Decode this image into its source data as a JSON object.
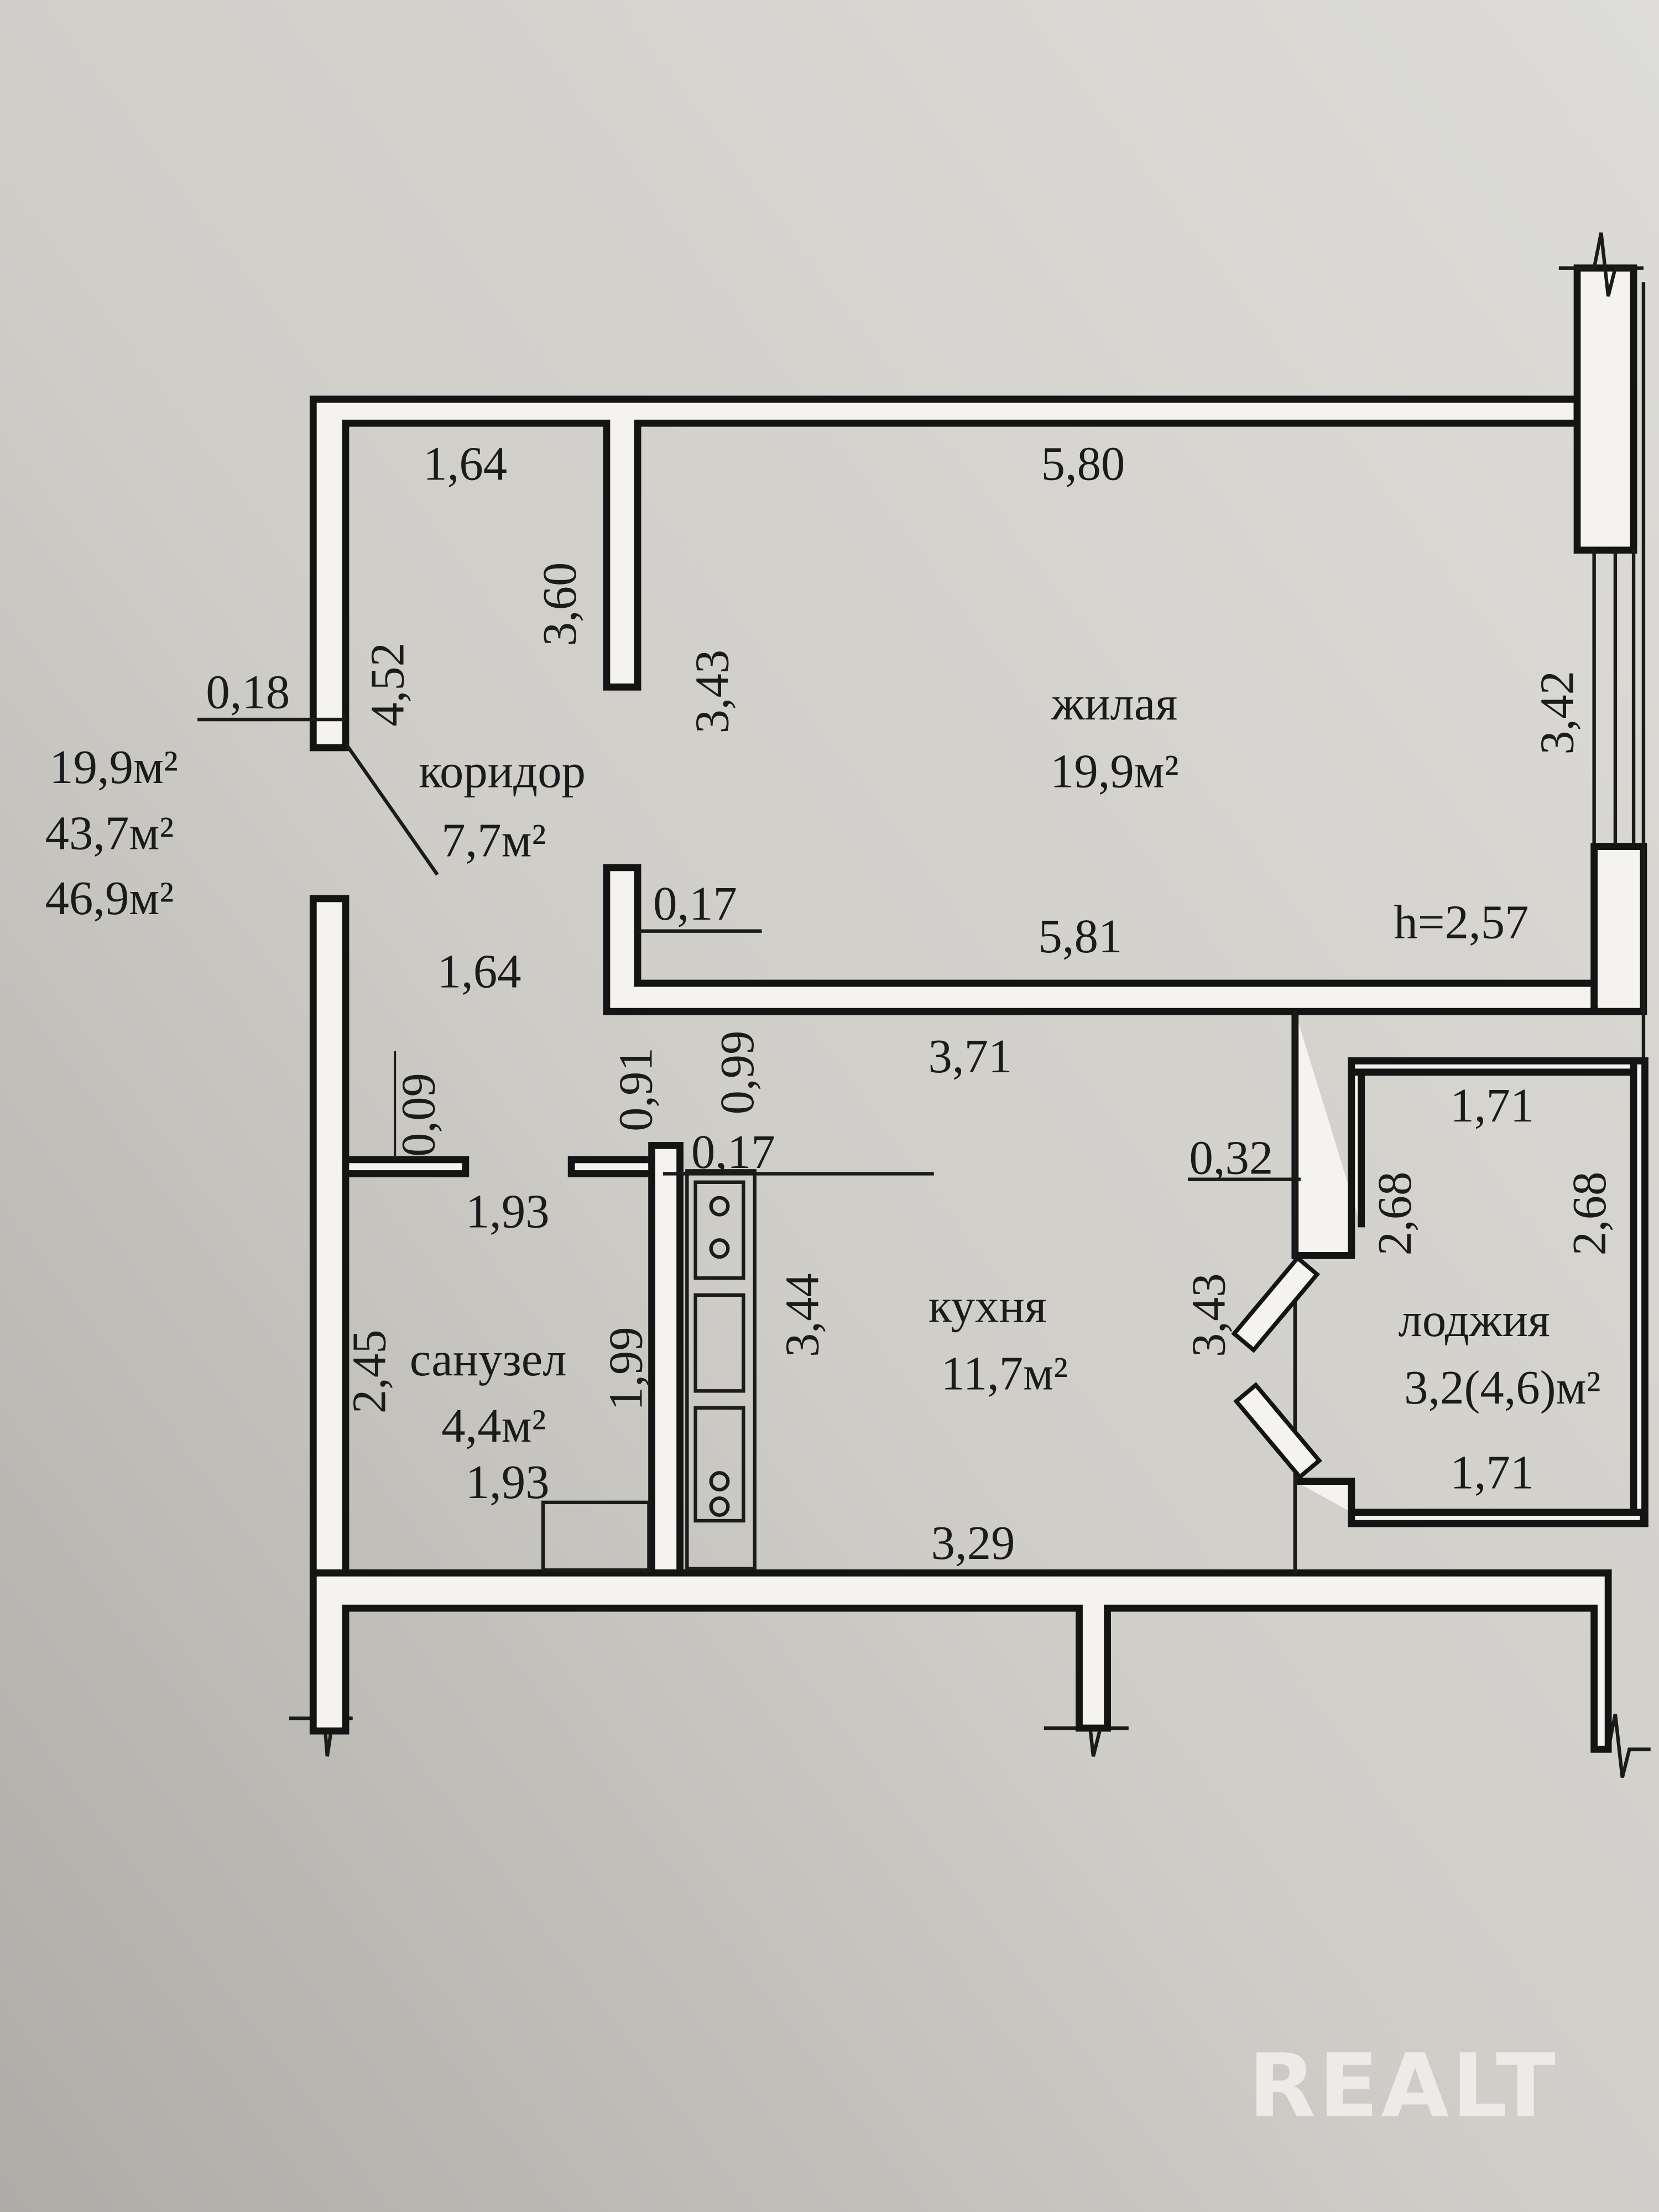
{
  "rooms": {
    "living": {
      "name": "жилая",
      "area": "19,9м²"
    },
    "corridor": {
      "name": "коридор",
      "area": "7,7м²"
    },
    "kitchen": {
      "name": "кухня",
      "area": "11,7м²"
    },
    "bathroom": {
      "name": "санузел",
      "area": "4,4м²"
    },
    "loggia": {
      "name": "лоджия",
      "area": "3,2(4,6)м²"
    }
  },
  "totals": [
    "19,9м²",
    "43,7м²",
    "46,9м²"
  ],
  "ceiling_height": "h=2,57",
  "dimensions": {
    "corridor_top": "1,64",
    "corridor_partition": "3,60",
    "corridor_left": "4,52",
    "wall_thickness_left": "0,18",
    "corridor_bottom": "1,64",
    "living_top": "5,80",
    "living_left": "3,43",
    "living_right": "3,42",
    "living_bottom": "5,81",
    "wall_thickness_mid": "0,17",
    "kitchen_top": "3,71",
    "kitchen_left": "3,44",
    "kitchen_right": "3,43",
    "kitchen_bottom": "3,29",
    "kitchen_wall": "0,17",
    "kitchen_door": "0,99",
    "bath_door": "0,91",
    "bath_wall": "0,09",
    "bath_top": "1,93",
    "bath_left": "2,45",
    "bath_right": "1,99",
    "bath_bottom": "1,93",
    "loggia_wall": "0,32",
    "loggia_top": "1,71",
    "loggia_left": "2,68",
    "loggia_right": "2,68",
    "loggia_bottom": "1,71"
  },
  "watermark": "REALT"
}
